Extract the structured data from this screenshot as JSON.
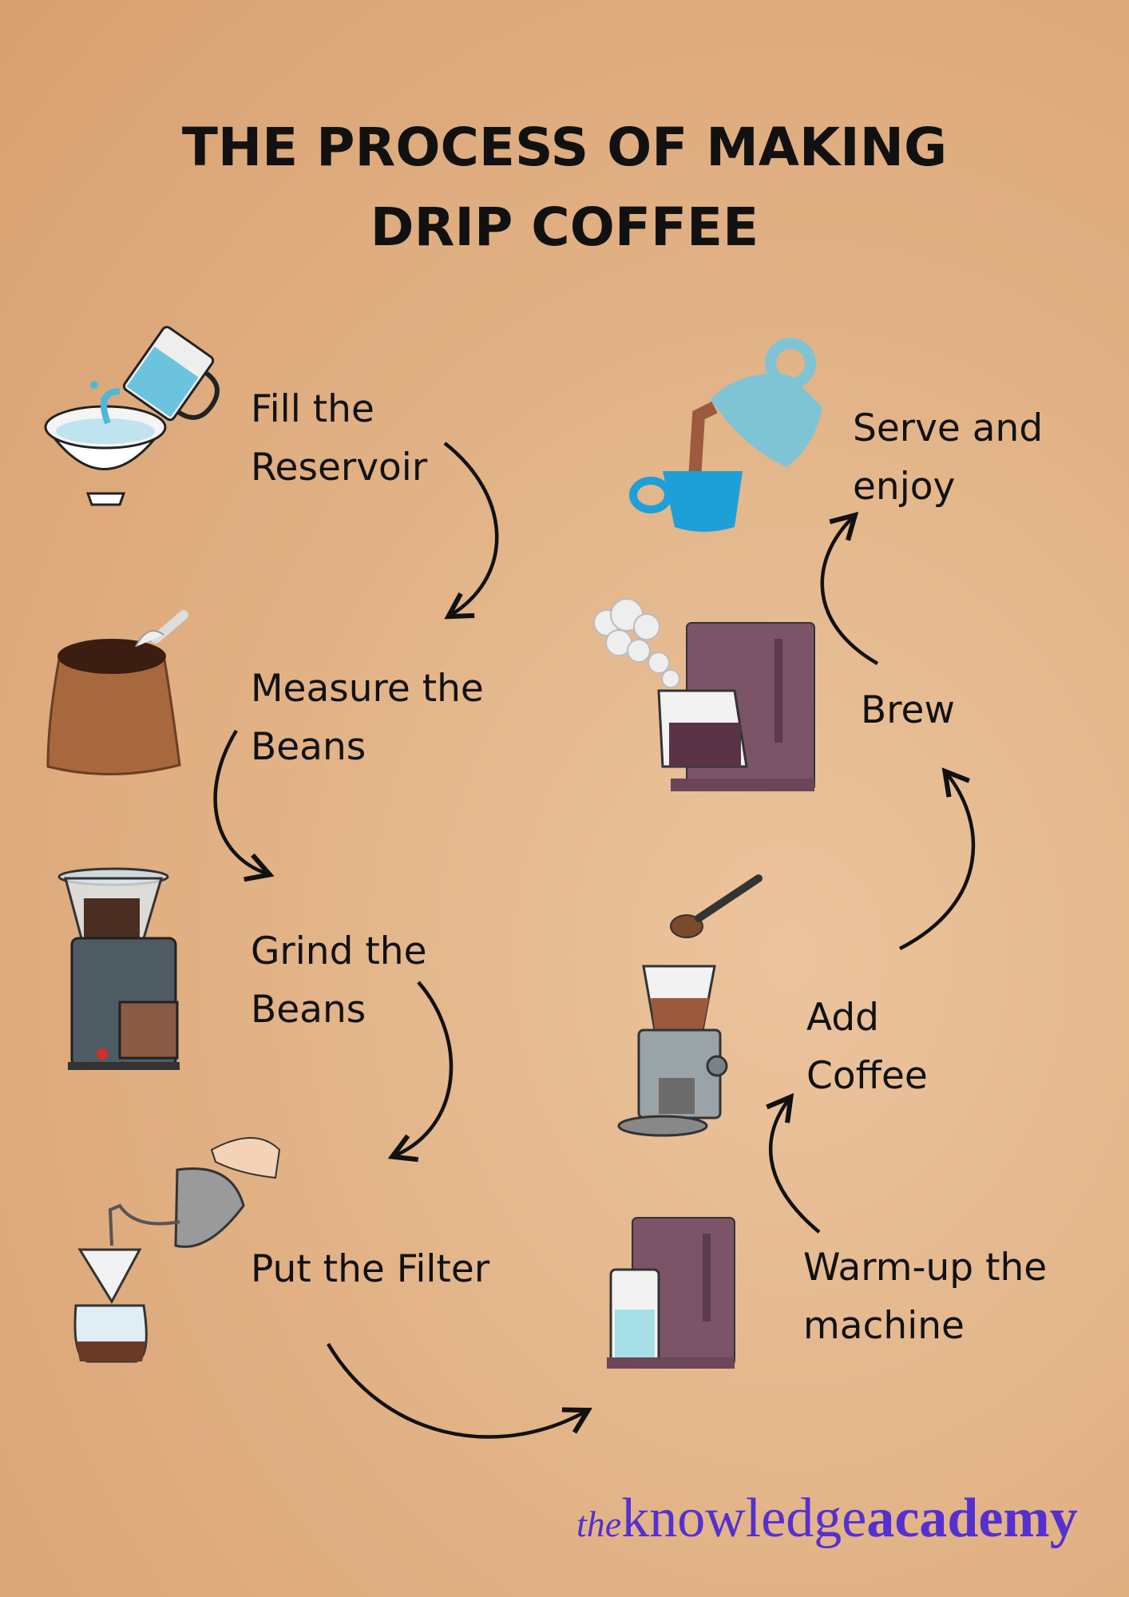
{
  "title": {
    "line1": "THE PROCESS OF MAKING",
    "line2": "DRIP COFFEE"
  },
  "steps": [
    {
      "line1": "Fill the",
      "line2": "Reservoir",
      "icon": "water-pour-bowl-icon"
    },
    {
      "line1": "Measure the",
      "line2": "Beans",
      "icon": "coffee-bean-sack-icon"
    },
    {
      "line1": "Grind the",
      "line2": "Beans",
      "icon": "bean-grinder-icon"
    },
    {
      "line1": "Put the Filter",
      "icon": "pour-over-kettle-icon"
    },
    {
      "line1": "Warm-up the",
      "line2": "machine",
      "icon": "coffee-machine-water-icon"
    },
    {
      "line1": "Add",
      "line2": "Coffee",
      "icon": "espresso-grinder-icon"
    },
    {
      "line1": "Brew",
      "icon": "steaming-coffee-machine-icon"
    },
    {
      "line1": "Serve and",
      "line2": "enjoy",
      "icon": "pitcher-cup-icon"
    }
  ],
  "logo": {
    "the": "the",
    "knowledge": "knowledge",
    "academy": "academy",
    "color": "#5530d0"
  }
}
